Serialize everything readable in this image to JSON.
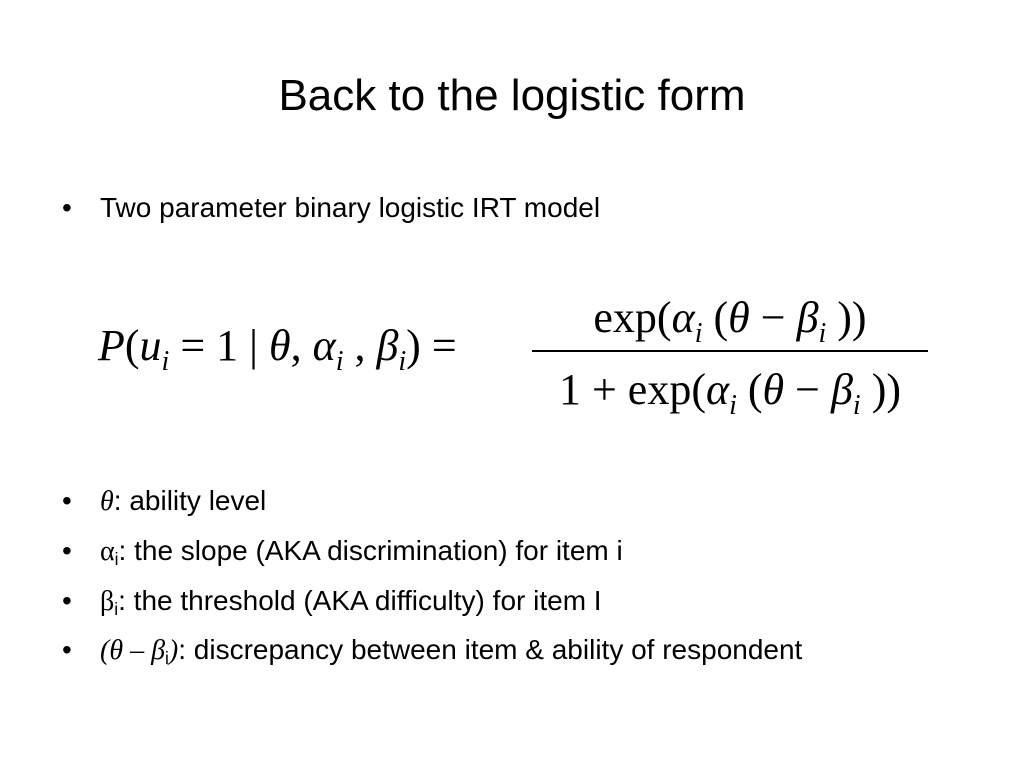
{
  "title": "Back to the logistic form",
  "bullet_symbol": "•",
  "intro": "Two parameter binary logistic IRT model",
  "formula": {
    "lhs_P": "P",
    "lhs_open": "(",
    "lhs_u": "u",
    "lhs_u_sub": "i",
    "lhs_cond": " = 1 | ",
    "lhs_theta": "θ",
    "lhs_comma1": ", ",
    "lhs_alpha": "α",
    "lhs_alpha_sub": "i",
    "lhs_comma2": " , ",
    "lhs_beta": "β",
    "lhs_beta_sub": "i",
    "lhs_close": ") = ",
    "num_exp": "exp(",
    "num_alpha": "α",
    "num_alpha_sub": "i",
    "num_open": " (",
    "num_theta": "θ",
    "num_minus": " − ",
    "num_beta": "β",
    "num_beta_sub": "i",
    "num_close": " ))",
    "den_prefix": "1 + exp(",
    "den_alpha": "α",
    "den_alpha_sub": "i",
    "den_open": " (",
    "den_theta": "θ",
    "den_minus": " − ",
    "den_beta": "β",
    "den_beta_sub": "i",
    "den_close": " ))"
  },
  "definitions": [
    {
      "symbol": "θ",
      "sub": "",
      "text": ": ability level"
    },
    {
      "symbol": "α",
      "sub": "i",
      "text": ": the slope (AKA discrimination) for item i"
    },
    {
      "symbol": "β",
      "sub": "i",
      "text": ": the threshold (AKA difficulty) for item I"
    },
    {
      "symbol": "(θ – β",
      "sub": "i",
      "close": ")",
      "text": ": discrepancy between item & ability of respondent"
    }
  ]
}
